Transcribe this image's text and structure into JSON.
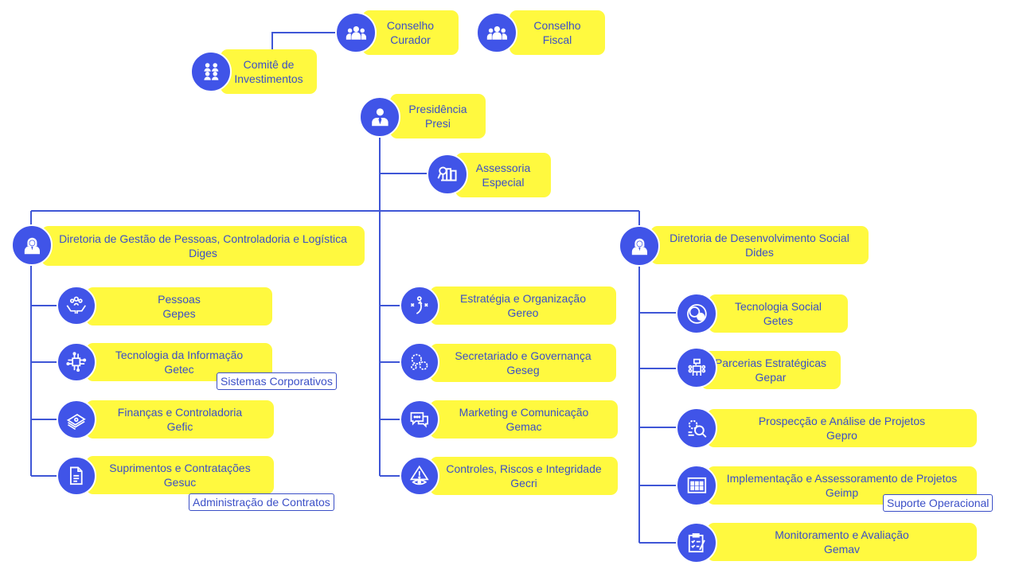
{
  "colors": {
    "line": "#3f56d6",
    "circle": "#4054e8",
    "box": "#fff93f",
    "text": "#3b4fc7"
  },
  "top": {
    "conselho_curador": {
      "l1": "Conselho",
      "l2": "Curador",
      "icon": "group-icon"
    },
    "conselho_fiscal": {
      "l1": "Conselho",
      "l2": "Fiscal",
      "icon": "group-icon"
    },
    "comite": {
      "l1": "Comitê de",
      "l2": "Investimentos",
      "icon": "committee-icon"
    }
  },
  "presidencia": {
    "name": "Presidência",
    "code": "Presi",
    "icon": "executive-icon"
  },
  "assessoria": {
    "l1": "Assessoria",
    "l2": "Especial",
    "icon": "advisory-icon"
  },
  "diges": {
    "name": "Diretoria de Gestão de Pessoas, Controladoria e Logística",
    "code": "Diges",
    "icon": "director-icon",
    "units": [
      {
        "name": "Pessoas",
        "code": "Gepes",
        "icon": "people-care-icon"
      },
      {
        "name": "Tecnologia da Informação",
        "code": "Getec",
        "icon": "circuit-icon"
      },
      {
        "name": "Finanças e Controladoria",
        "code": "Gefic",
        "icon": "money-icon"
      },
      {
        "name": "Suprimentos e Contratações",
        "code": "Gesuc",
        "icon": "document-icon"
      }
    ],
    "tag_getec": "Sistemas Corporativos",
    "tag_gesuc": "Administração de Contratos"
  },
  "center": {
    "units": [
      {
        "name": "Estratégia e Organização",
        "code": "Gereo",
        "icon": "strategy-icon"
      },
      {
        "name": "Secretariado e Governança",
        "code": "Geseg",
        "icon": "gears-icon"
      },
      {
        "name": "Marketing e Comunicação",
        "code": "Gemac",
        "icon": "chat-icon"
      },
      {
        "name": "Controles, Riscos e Integridade",
        "code": "Gecri",
        "icon": "alert-eye-icon"
      }
    ]
  },
  "dides": {
    "name": "Diretoria de Desenvolvimento Social",
    "code": "Dides",
    "icon": "director-icon",
    "units": [
      {
        "name": "Tecnologia Social",
        "code": "Getes",
        "icon": "circles-icon"
      },
      {
        "name": "Parcerias Estratégicas",
        "code": "Gepar",
        "icon": "meeting-icon"
      },
      {
        "name": "Prospecção e Análise de Projetos",
        "code": "Gepro",
        "icon": "magnifier-icon"
      },
      {
        "name": "Implementação e Assessoramento de Projetos",
        "code": "Geimp",
        "icon": "board-icon"
      },
      {
        "name": "Monitoramento e Avaliação",
        "code": "Gemav",
        "icon": "checklist-icon"
      }
    ],
    "tag_geimp": "Suporte Operacional"
  }
}
